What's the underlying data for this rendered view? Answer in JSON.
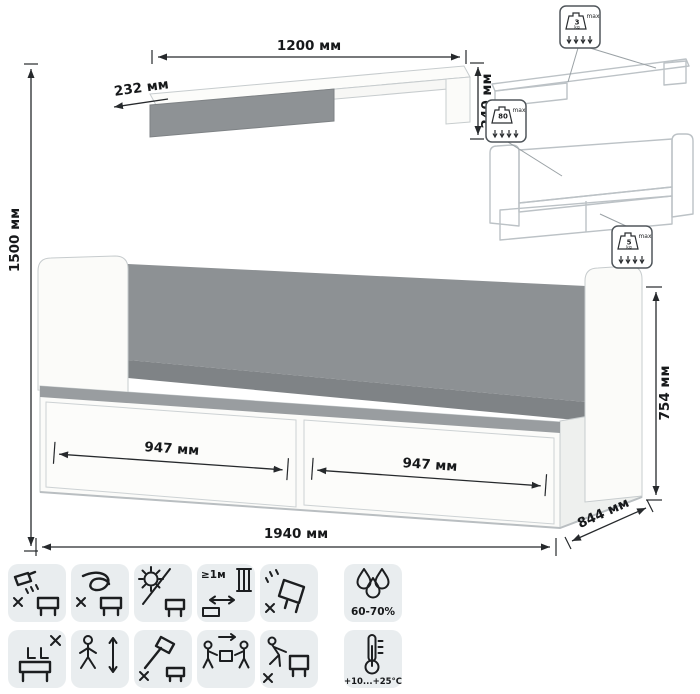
{
  "dims": {
    "shelf_width": "1200 мм",
    "shelf_depth": "232 мм",
    "shelf_height": "240 мм",
    "total_height": "1500 мм",
    "bed_height": "754 мм",
    "drawer_left": "947 мм",
    "drawer_right": "947 мм",
    "bed_width": "1940 мм",
    "bed_depth": "844 мм"
  },
  "load_limits": {
    "shelf": {
      "value": "3",
      "unit": "kg",
      "max": "max"
    },
    "bed": {
      "value": "80",
      "unit": "",
      "max": "max"
    },
    "drawer": {
      "value": "5",
      "unit": "kg",
      "max": "max"
    }
  },
  "care": {
    "heater_distance": "≥1м",
    "humidity": "60-70%",
    "temperature": "+10...+25°С",
    "icon_names": [
      "no-water",
      "no-cover",
      "no-direct-sunlight",
      "heater-distance",
      "no-wet-cleaning",
      "humidity-range",
      "no-standing",
      "lift-carefully",
      "no-hammer",
      "carry-two-people",
      "no-dragging",
      "temperature-range"
    ]
  },
  "colors": {
    "backrest_gray": "#8d9194",
    "rail_gray": "#7f8386",
    "strip_gray": "#999da0",
    "panel_white": "#fbfbf9",
    "icon_bg": "#e9edef",
    "dim_line": "#26292c",
    "wireframe": "#bcc2c6"
  }
}
